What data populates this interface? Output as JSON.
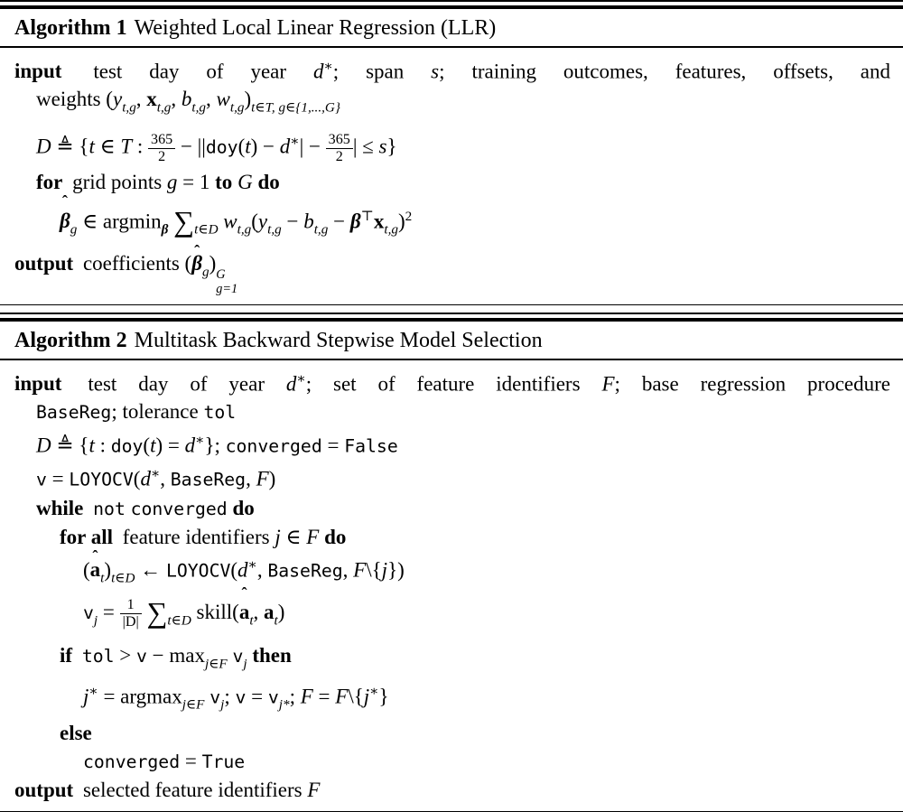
{
  "page": {
    "background": "#ffffff",
    "text_color": "#000000"
  },
  "algorithms": [
    {
      "label": "Algorithm 1",
      "title": "Weighted Local Linear Regression (LLR)",
      "lines": [
        {
          "ind": 0,
          "just": true,
          "segs": [
            {
              "t": "input",
              "c": "kw"
            },
            {
              "t": " test day of year ",
              "c": "rm"
            },
            {
              "t": "d",
              "c": "it"
            },
            {
              "t": "∗",
              "c": "sp"
            },
            {
              "t": "; span ",
              "c": "rm"
            },
            {
              "t": "s",
              "c": "it"
            },
            {
              "t": "; training outcomes, features, offsets, and",
              "c": "rm"
            }
          ]
        },
        {
          "ind": 1,
          "segs": [
            {
              "t": "weights (",
              "c": "rm"
            },
            {
              "t": "y",
              "c": "it"
            },
            {
              "t": "t,g",
              "c": "sb it"
            },
            {
              "t": ", ",
              "c": "rm"
            },
            {
              "t": "x",
              "c": "bf"
            },
            {
              "t": "t,g",
              "c": "sb it"
            },
            {
              "t": ", ",
              "c": "rm"
            },
            {
              "t": "b",
              "c": "it"
            },
            {
              "t": "t,g",
              "c": "sb it"
            },
            {
              "t": ", ",
              "c": "rm"
            },
            {
              "t": "w",
              "c": "it"
            },
            {
              "t": "t,g",
              "c": "sb it"
            },
            {
              "t": ")",
              "c": "rm"
            },
            {
              "t": "t∈T, g∈{1,...,G}",
              "c": "sb it"
            }
          ]
        },
        {
          "ind": 1,
          "tall": true,
          "segs": [
            {
              "t": "D",
              "c": "cal"
            },
            {
              "t": " ≜ {",
              "c": "rm"
            },
            {
              "t": "t",
              "c": "it"
            },
            {
              "t": " ∈ ",
              "c": "rm"
            },
            {
              "t": "T",
              "c": "cal"
            },
            {
              "t": " : ",
              "c": "rm"
            },
            {
              "f": 1,
              "n": "365",
              "d": "2"
            },
            {
              "t": " − ||",
              "c": "rm"
            },
            {
              "t": "doy",
              "c": "tt"
            },
            {
              "t": "(",
              "c": "rm"
            },
            {
              "t": "t",
              "c": "it"
            },
            {
              "t": ") − ",
              "c": "rm"
            },
            {
              "t": "d",
              "c": "it"
            },
            {
              "t": "∗",
              "c": "sp"
            },
            {
              "t": "| − ",
              "c": "rm"
            },
            {
              "f": 1,
              "n": "365",
              "d": "2"
            },
            {
              "t": "| ≤ ",
              "c": "rm"
            },
            {
              "t": "s",
              "c": "it"
            },
            {
              "t": "}",
              "c": "rm"
            }
          ]
        },
        {
          "ind": 1,
          "segs": [
            {
              "t": "for",
              "c": "kw"
            },
            {
              "t": " grid points ",
              "c": "rm"
            },
            {
              "t": "g",
              "c": "it"
            },
            {
              "t": " = 1 ",
              "c": "rm"
            },
            {
              "t": "to",
              "c": "kw"
            },
            {
              "t": " ",
              "c": "rm"
            },
            {
              "t": "G",
              "c": "it"
            },
            {
              "t": " ",
              "c": "rm"
            },
            {
              "t": "do",
              "c": "kw"
            }
          ]
        },
        {
          "ind": 2,
          "tall": true,
          "segs": [
            {
              "t": "β",
              "c": "bfit",
              "hat": 1
            },
            {
              "t": "g",
              "c": "sb it"
            },
            {
              "t": " ∈ argmin",
              "c": "rm"
            },
            {
              "t": "β",
              "c": "sb bfit"
            },
            {
              "t": " ",
              "c": "rm"
            },
            {
              "t": "∑",
              "c": "sum"
            },
            {
              "t": "t∈D",
              "c": "sb it"
            },
            {
              "t": " ",
              "c": "rm"
            },
            {
              "t": "w",
              "c": "it"
            },
            {
              "t": "t,g",
              "c": "sb it"
            },
            {
              "t": "(",
              "c": "rm"
            },
            {
              "t": "y",
              "c": "it"
            },
            {
              "t": "t,g",
              "c": "sb it"
            },
            {
              "t": " − ",
              "c": "rm"
            },
            {
              "t": "b",
              "c": "it"
            },
            {
              "t": "t,g",
              "c": "sb it"
            },
            {
              "t": " − ",
              "c": "rm"
            },
            {
              "t": "β",
              "c": "bfit"
            },
            {
              "t": "⊤",
              "c": "sp"
            },
            {
              "t": "x",
              "c": "bf"
            },
            {
              "t": "t,g",
              "c": "sb it"
            },
            {
              "t": ")",
              "c": "rm"
            },
            {
              "t": "2",
              "c": "sp"
            }
          ]
        },
        {
          "ind": 0,
          "segs": [
            {
              "t": "output",
              "c": "kw"
            },
            {
              "t": " coefficients (",
              "c": "rm"
            },
            {
              "t": "β",
              "c": "bfit",
              "hat": 1
            },
            {
              "t": "g",
              "c": "sb it"
            },
            {
              "t": ")",
              "c": "rm"
            },
            {
              "ss": 1,
              "sup": "G",
              "sub": "g=1"
            }
          ]
        }
      ]
    },
    {
      "label": "Algorithm 2",
      "title": "Multitask Backward Stepwise Model Selection",
      "lines": [
        {
          "ind": 0,
          "just": true,
          "segs": [
            {
              "t": "input",
              "c": "kw"
            },
            {
              "t": " test day of year ",
              "c": "rm"
            },
            {
              "t": "d",
              "c": "it"
            },
            {
              "t": "∗",
              "c": "sp"
            },
            {
              "t": "; set of feature identifiers ",
              "c": "rm"
            },
            {
              "t": "F",
              "c": "cal"
            },
            {
              "t": "; base regression procedure",
              "c": "rm"
            }
          ]
        },
        {
          "ind": 1,
          "segs": [
            {
              "t": "BaseReg",
              "c": "tt"
            },
            {
              "t": "; tolerance ",
              "c": "rm"
            },
            {
              "t": "tol",
              "c": "tt"
            }
          ]
        },
        {
          "ind": 1,
          "segs": [
            {
              "t": "D",
              "c": "cal"
            },
            {
              "t": " ≜ {",
              "c": "rm"
            },
            {
              "t": "t",
              "c": "it"
            },
            {
              "t": " : ",
              "c": "rm"
            },
            {
              "t": "doy",
              "c": "tt"
            },
            {
              "t": "(",
              "c": "rm"
            },
            {
              "t": "t",
              "c": "it"
            },
            {
              "t": ") = ",
              "c": "rm"
            },
            {
              "t": "d",
              "c": "it"
            },
            {
              "t": "∗",
              "c": "sp"
            },
            {
              "t": "}; ",
              "c": "rm"
            },
            {
              "t": "converged",
              "c": "tt"
            },
            {
              "t": " = ",
              "c": "rm"
            },
            {
              "t": "False",
              "c": "tt"
            }
          ]
        },
        {
          "ind": 1,
          "segs": [
            {
              "t": "v",
              "c": "tt"
            },
            {
              "t": " = ",
              "c": "rm"
            },
            {
              "t": "LOYOCV",
              "c": "tt"
            },
            {
              "t": "(",
              "c": "rm"
            },
            {
              "t": "d",
              "c": "it"
            },
            {
              "t": "∗",
              "c": "sp"
            },
            {
              "t": ", ",
              "c": "rm"
            },
            {
              "t": "BaseReg",
              "c": "tt"
            },
            {
              "t": ", ",
              "c": "rm"
            },
            {
              "t": "F",
              "c": "cal"
            },
            {
              "t": ")",
              "c": "rm"
            }
          ]
        },
        {
          "ind": 1,
          "segs": [
            {
              "t": "while",
              "c": "kw"
            },
            {
              "t": " ",
              "c": "rm"
            },
            {
              "t": "not",
              "c": "tt"
            },
            {
              "t": " ",
              "c": "rm"
            },
            {
              "t": "converged",
              "c": "tt"
            },
            {
              "t": " ",
              "c": "rm"
            },
            {
              "t": "do",
              "c": "kw"
            }
          ]
        },
        {
          "ind": 2,
          "segs": [
            {
              "t": "for all",
              "c": "kw"
            },
            {
              "t": " feature identifiers ",
              "c": "rm"
            },
            {
              "t": "j",
              "c": "it"
            },
            {
              "t": " ∈ ",
              "c": "rm"
            },
            {
              "t": "F",
              "c": "cal"
            },
            {
              "t": " ",
              "c": "rm"
            },
            {
              "t": "do",
              "c": "kw"
            }
          ]
        },
        {
          "ind": 3,
          "segs": [
            {
              "t": "(",
              "c": "rm"
            },
            {
              "t": "a",
              "c": "bf",
              "hat": 1
            },
            {
              "t": "t",
              "c": "sb it"
            },
            {
              "t": ")",
              "c": "rm"
            },
            {
              "t": "t∈D",
              "c": "sb it"
            },
            {
              "t": " ← ",
              "c": "rm"
            },
            {
              "t": "LOYOCV",
              "c": "tt"
            },
            {
              "t": "(",
              "c": "rm"
            },
            {
              "t": "d",
              "c": "it"
            },
            {
              "t": "∗",
              "c": "sp"
            },
            {
              "t": ", ",
              "c": "rm"
            },
            {
              "t": "BaseReg",
              "c": "tt"
            },
            {
              "t": ", ",
              "c": "rm"
            },
            {
              "t": "F",
              "c": "cal"
            },
            {
              "t": "\\{",
              "c": "rm"
            },
            {
              "t": "j",
              "c": "it"
            },
            {
              "t": "})",
              "c": "rm"
            }
          ]
        },
        {
          "ind": 3,
          "tall": true,
          "segs": [
            {
              "t": "v",
              "c": "tt"
            },
            {
              "t": "j",
              "c": "sb it"
            },
            {
              "t": " = ",
              "c": "rm"
            },
            {
              "f": 1,
              "n": "1",
              "d": "|D|"
            },
            {
              "t": " ",
              "c": "rm"
            },
            {
              "t": "∑",
              "c": "sum"
            },
            {
              "t": "t∈D",
              "c": "sb it"
            },
            {
              "t": " skill(",
              "c": "rm"
            },
            {
              "t": "a",
              "c": "bf",
              "hat": 1
            },
            {
              "t": "t",
              "c": "sb it"
            },
            {
              "t": ", ",
              "c": "rm"
            },
            {
              "t": "a",
              "c": "bf"
            },
            {
              "t": "t",
              "c": "sb it"
            },
            {
              "t": ")",
              "c": "rm"
            }
          ]
        },
        {
          "ind": 2,
          "segs": [
            {
              "t": "if",
              "c": "kw"
            },
            {
              "t": " ",
              "c": "rm"
            },
            {
              "t": "tol",
              "c": "tt"
            },
            {
              "t": " > ",
              "c": "rm"
            },
            {
              "t": "v",
              "c": "tt"
            },
            {
              "t": " − max",
              "c": "rm"
            },
            {
              "t": "j∈F",
              "c": "sb it"
            },
            {
              "t": " ",
              "c": "rm"
            },
            {
              "t": "v",
              "c": "tt"
            },
            {
              "t": "j",
              "c": "sb it"
            },
            {
              "t": " ",
              "c": "rm"
            },
            {
              "t": "then",
              "c": "kw"
            }
          ]
        },
        {
          "ind": 3,
          "segs": [
            {
              "t": "j",
              "c": "it"
            },
            {
              "t": "∗",
              "c": "sp"
            },
            {
              "t": " = argmax",
              "c": "rm"
            },
            {
              "t": "j∈F",
              "c": "sb it"
            },
            {
              "t": " ",
              "c": "rm"
            },
            {
              "t": "v",
              "c": "tt"
            },
            {
              "t": "j",
              "c": "sb it"
            },
            {
              "t": "; ",
              "c": "rm"
            },
            {
              "t": "v",
              "c": "tt"
            },
            {
              "t": " = ",
              "c": "rm"
            },
            {
              "t": "v",
              "c": "tt"
            },
            {
              "t": "j*",
              "c": "sb it"
            },
            {
              "t": "; ",
              "c": "rm"
            },
            {
              "t": "F",
              "c": "cal"
            },
            {
              "t": " = ",
              "c": "rm"
            },
            {
              "t": "F",
              "c": "cal"
            },
            {
              "t": "\\{",
              "c": "rm"
            },
            {
              "t": "j",
              "c": "it"
            },
            {
              "t": "∗",
              "c": "sp"
            },
            {
              "t": "}",
              "c": "rm"
            }
          ]
        },
        {
          "ind": 2,
          "segs": [
            {
              "t": "else",
              "c": "kw"
            }
          ]
        },
        {
          "ind": 3,
          "segs": [
            {
              "t": "converged",
              "c": "tt"
            },
            {
              "t": " = ",
              "c": "rm"
            },
            {
              "t": "True",
              "c": "tt"
            }
          ]
        },
        {
          "ind": 0,
          "segs": [
            {
              "t": "output",
              "c": "kw"
            },
            {
              "t": " selected feature identifiers ",
              "c": "rm"
            },
            {
              "t": "F",
              "c": "cal"
            }
          ]
        }
      ]
    }
  ]
}
